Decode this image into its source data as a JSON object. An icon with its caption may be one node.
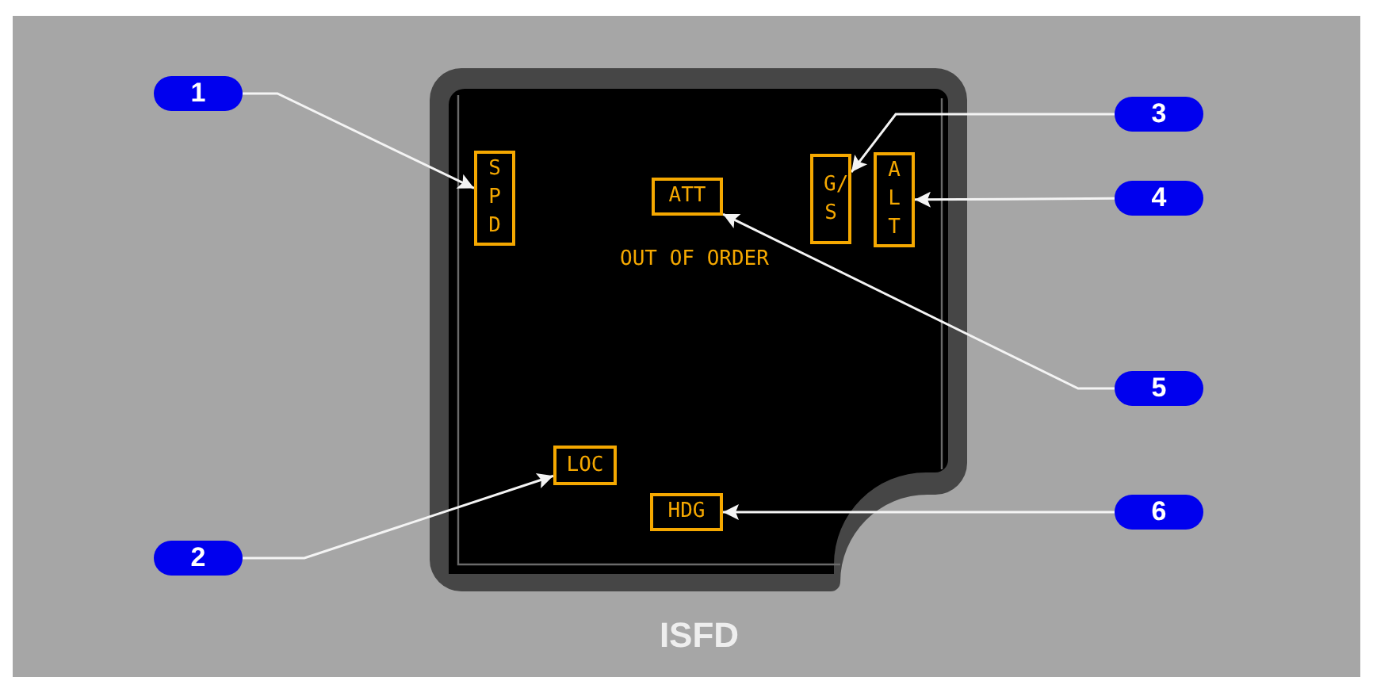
{
  "diagram": {
    "nodes": [
      {
        "text": [
          "ISFD"
        ]
      },
      {
        "text": [
          "SPD"
        ],
        "in": 0
      },
      {
        "text": [
          "ATT"
        ],
        "in": 0
      },
      {
        "text": [
          "G/S"
        ],
        "in": 0
      },
      {
        "text": [
          "ALT"
        ],
        "in": 0
      },
      {
        "text": [
          "LOC"
        ],
        "in": 0
      },
      {
        "text": [
          "HDG"
        ],
        "in": 0
      },
      {
        "text": [
          "1"
        ]
      },
      {
        "text": [
          "2"
        ]
      },
      {
        "text": [
          "3"
        ]
      },
      {
        "text": [
          "4"
        ]
      },
      {
        "text": [
          "5"
        ]
      },
      {
        "text": [
          "6"
        ]
      }
    ],
    "edges": [
      {
        "from": 7,
        "to": 1,
        "arrow": "to"
      },
      {
        "from": 8,
        "to": 5,
        "arrow": "to"
      },
      {
        "from": 9,
        "to": 3,
        "arrow": "to"
      },
      {
        "from": 10,
        "to": 4,
        "arrow": "to"
      },
      {
        "from": 11,
        "to": 2,
        "arrow": "to"
      },
      {
        "from": 12,
        "to": 6,
        "arrow": "to"
      }
    ],
    "labels": [
      "OUT OF ORDER"
    ]
  }
}
